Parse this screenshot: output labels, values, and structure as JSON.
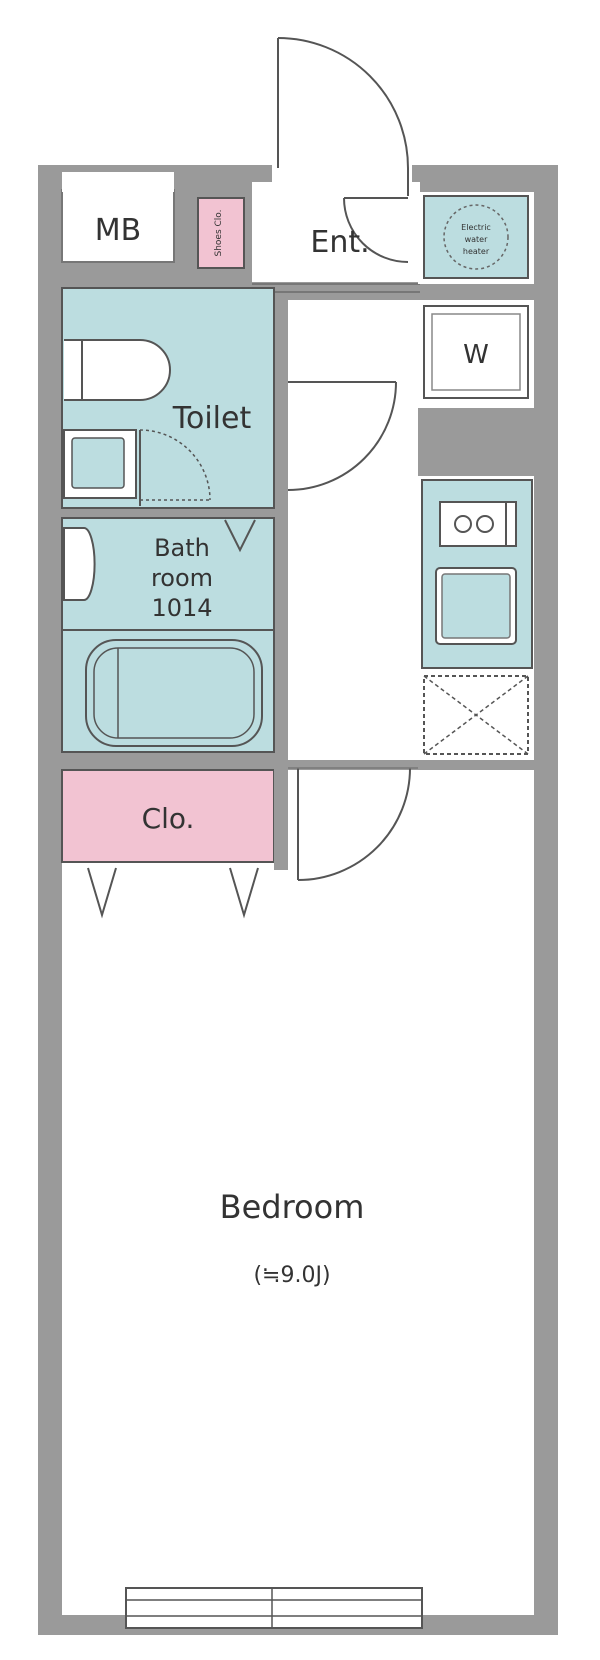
{
  "labels": {
    "mb": "MB",
    "shoes_closet": "Shoes Clo.",
    "entrance": "Ent.",
    "water_heater": [
      "Electric",
      "water",
      "heater"
    ],
    "washer": "W",
    "toilet": "Toilet",
    "bathroom": [
      "Bath",
      "room",
      "1014"
    ],
    "closet": "Clo.",
    "bedroom": "Bedroom",
    "bedroom_area": "(≒9.0J)"
  },
  "colors": {
    "wall": "#9a9a9a",
    "wet_area": "#bcdde0",
    "closet": "#f2c3d2",
    "line": "#555555",
    "floor": "#ffffff"
  }
}
